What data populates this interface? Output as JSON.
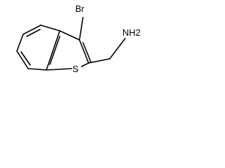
{
  "molecule": {
    "atoms": {
      "bromine": "Br",
      "sulfur": "S",
      "amine": "NH2"
    },
    "colors": {
      "bond": "#000000",
      "background": "#ffffff"
    }
  }
}
